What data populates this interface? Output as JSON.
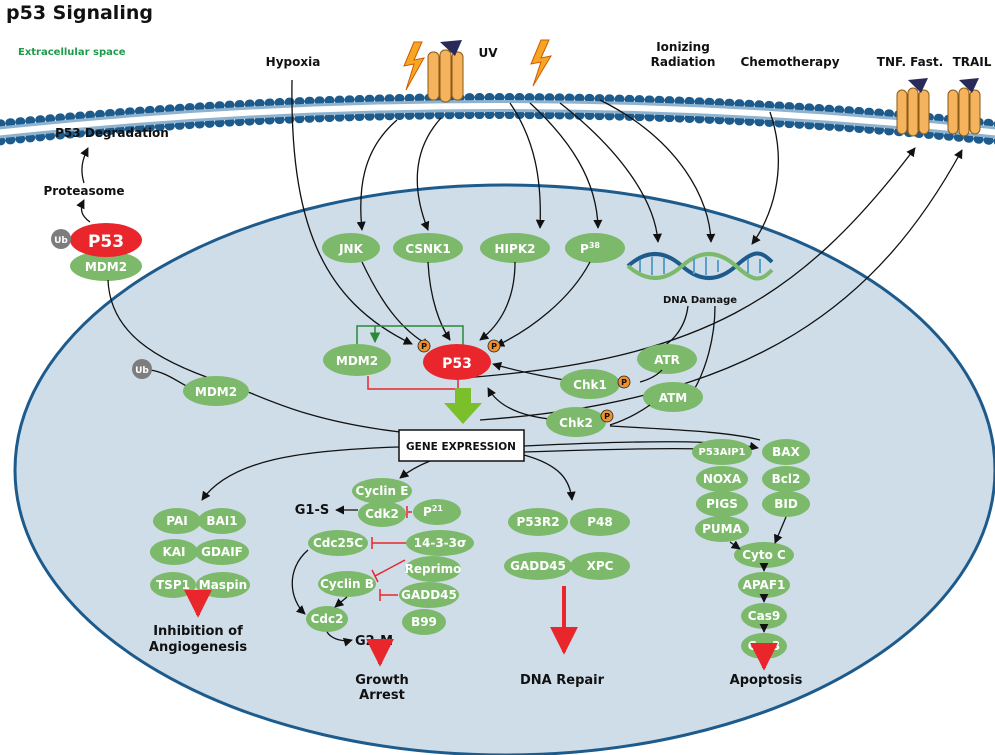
{
  "title": "p53 Signaling",
  "extracellular": "Extracellular space",
  "stimuli": {
    "hypoxia": "Hypoxia",
    "uv": "UV",
    "ionizing_line1": "Ionizing",
    "ionizing_line2": "Radiation",
    "chemo": "Chemotherapy",
    "tnf": "TNF. Fast.",
    "trail": "TRAIL"
  },
  "degradation": {
    "p53_degradation": "P53 Degradation",
    "proteasome": "Proteasome",
    "ub": "Ub",
    "p53": "P53",
    "mdm2": "MDM2"
  },
  "kinases": {
    "jnk": "JNK",
    "csnk1": "CSNK1",
    "hipk2": "HIPK2",
    "p38_base": "P",
    "p38_sup": "38"
  },
  "dna_damage": "DNA Damage",
  "core": {
    "mdm2": "MDM2",
    "p53": "P53",
    "p": "P",
    "atr": "ATR",
    "atm": "ATM",
    "chk1": "Chk1",
    "chk2": "Chk2",
    "ub": "Ub",
    "mdm2_nuc": "MDM2",
    "gene_expression": "GENE EXPRESSION"
  },
  "angiogenesis": {
    "items": [
      "PAI",
      "BAI1",
      "KAI",
      "GDAIF",
      "TSP1",
      "Maspin"
    ],
    "outcome_line1": "Inhibition of",
    "outcome_line2": "Angiogenesis"
  },
  "cell_cycle": {
    "g1s": "G1-S",
    "cyclin_e": "Cyclin E",
    "cdk2": "Cdk2",
    "p21_base": "P",
    "p21_sup": "21",
    "cdc25c": "Cdc25C",
    "sigma": "14-3-3σ",
    "reprimo": "Reprimo",
    "cyclin_b": "Cyclin B",
    "gadd45": "GADD45",
    "b99": "B99",
    "cdc2": "Cdc2",
    "g2m": "G2-M",
    "outcome_line1": "Growth",
    "outcome_line2": "Arrest"
  },
  "dna_repair": {
    "items": [
      "P53R2",
      "P48",
      "GADD45",
      "XPC"
    ],
    "outcome": "DNA Repair"
  },
  "apoptosis": {
    "left": [
      "P53AIP1",
      "NOXA",
      "PIGS",
      "PUMA"
    ],
    "right": [
      "BAX",
      "Bcl2",
      "BID"
    ],
    "cascade": [
      "Cyto C",
      "APAF1",
      "Cas9",
      "Cas3"
    ],
    "outcome": "Apoptosis"
  },
  "colors": {
    "green_node": "#7cb96a",
    "red_node": "#e8262b",
    "cell_fill": "#cfdde8",
    "membrane": "#1d5b8c",
    "extracellular_label": "#1e9a4a",
    "phospho": "#f0902e"
  }
}
